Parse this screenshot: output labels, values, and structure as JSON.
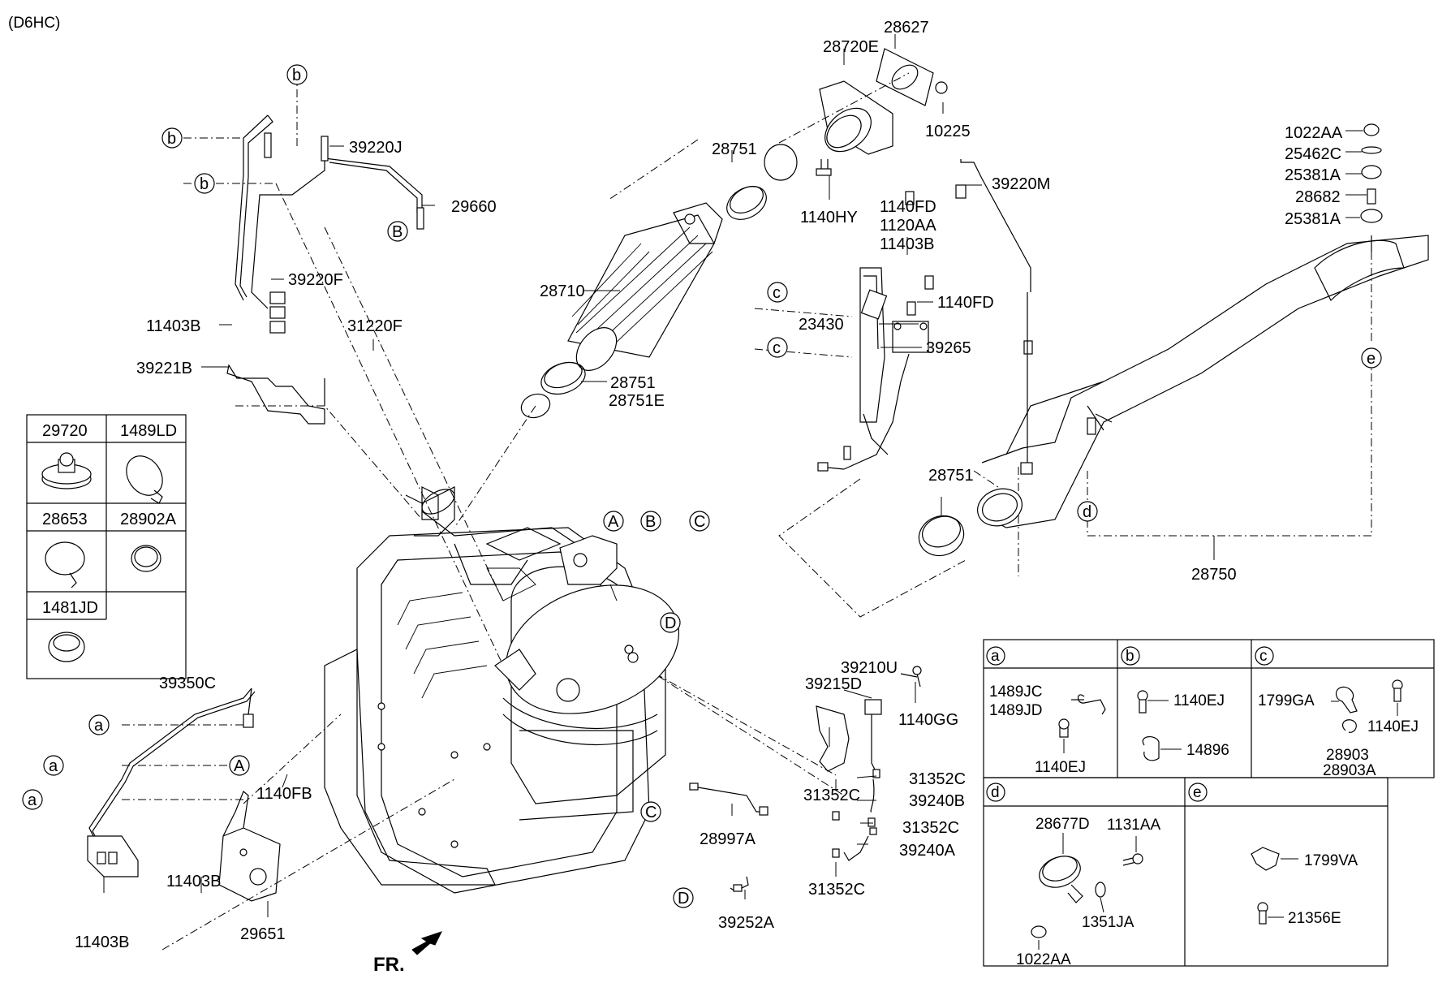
{
  "header": {
    "engine_code": "(D6HC)"
  },
  "front_indicator": {
    "label": "FR."
  },
  "callouts": {
    "A": "A",
    "B": "B",
    "C": "C",
    "D": "D",
    "a": "a",
    "b": "b",
    "c": "c",
    "d": "d",
    "e": "e"
  },
  "part_labels": {
    "p28627": "28627",
    "p28720E": "28720E",
    "p10225": "10225",
    "p28751_top": "28751",
    "p1140HY": "1140HY",
    "p39220M": "39220M",
    "p1140FD_a": "1140FD",
    "p1120AA": "1120AA",
    "p11403B_top": "11403B",
    "p1140FD_b": "1140FD",
    "p23430": "23430",
    "p39265": "39265",
    "p28710": "28710",
    "p28751_mid": "28751",
    "p28751E": "28751E",
    "p39220J": "39220J",
    "p29660": "29660",
    "p39220F": "39220F",
    "p11403B_left": "11403B",
    "p31220F": "31220F",
    "p39221B": "39221B",
    "p1022AA_top": "1022AA",
    "p25462C": "25462C",
    "p25381A_1": "25381A",
    "p28682": "28682",
    "p25381A_2": "25381A",
    "p28751_right": "28751",
    "p28750": "28750",
    "p39350C": "39350C",
    "p1140FB": "1140FB",
    "p11403B_low1": "11403B",
    "p11403B_low2": "11403B",
    "p29651": "29651",
    "p39210U": "39210U",
    "p39215D": "39215D",
    "p1140GG": "1140GG",
    "p31352C_1": "31352C",
    "p31352C_2": "31352C",
    "p39240B": "39240B",
    "p31352C_3": "31352C",
    "p39240A": "39240A",
    "p31352C_4": "31352C",
    "p28997A": "28997A",
    "p39252A": "39252A"
  },
  "legend_table": {
    "cells": [
      {
        "code": "29720"
      },
      {
        "code": "1489LD"
      },
      {
        "code": "28653"
      },
      {
        "code": "28902A"
      },
      {
        "code": "1481JD"
      }
    ]
  },
  "detail_panels": {
    "a": {
      "tag": "a",
      "labels": [
        "1489JC",
        "1489JD",
        "1140EJ"
      ]
    },
    "b": {
      "tag": "b",
      "labels": [
        "1140EJ",
        "14896"
      ]
    },
    "c": {
      "tag": "c",
      "labels": [
        "1799GA",
        "1140EJ",
        "28903",
        "28903A"
      ]
    },
    "d": {
      "tag": "d",
      "labels": [
        "28677D",
        "1131AA",
        "1351JA",
        "1022AA"
      ]
    },
    "e": {
      "tag": "e",
      "labels": [
        "1799VA",
        "21356E"
      ]
    }
  }
}
